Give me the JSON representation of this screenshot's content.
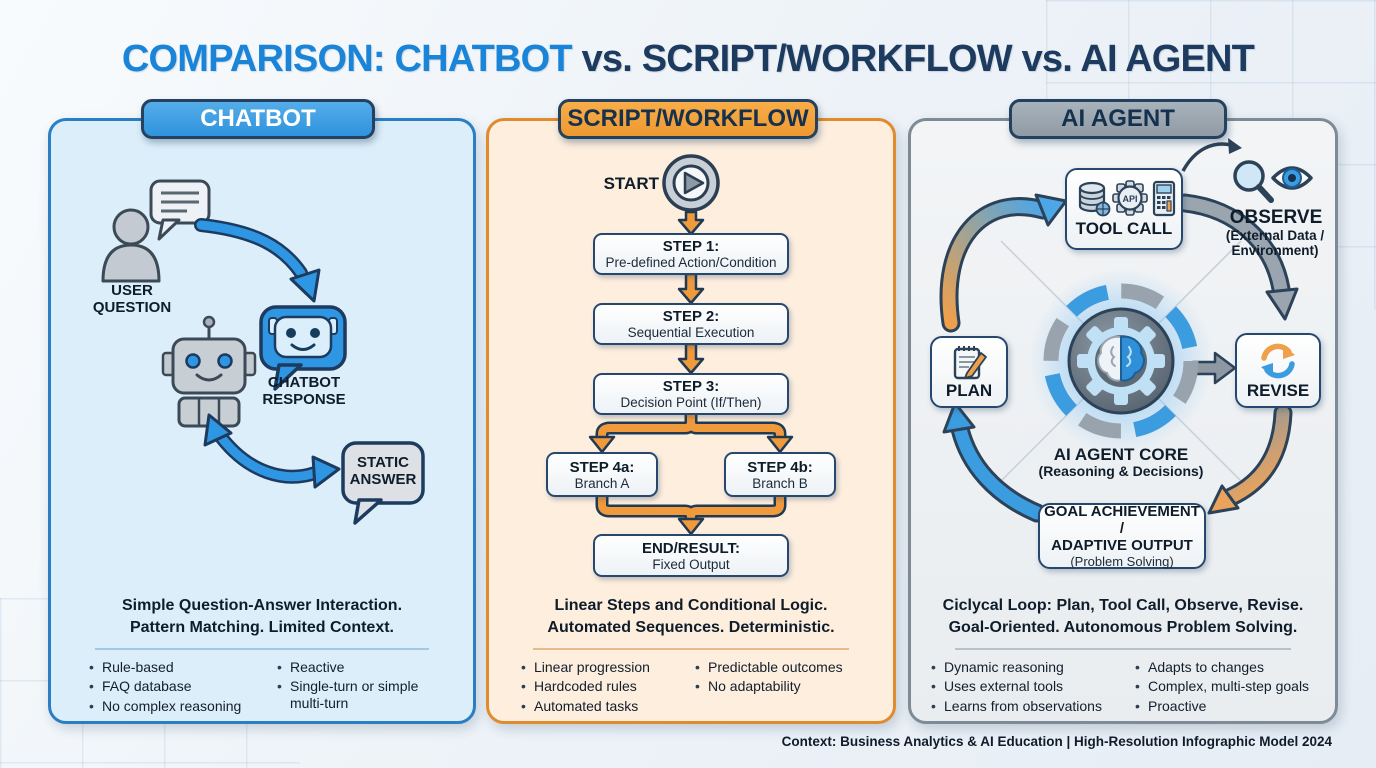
{
  "title": {
    "part_highlight": "COMPARISON: CHATBOT",
    "part_rest": " vs. SCRIPT/WORKFLOW vs. AI AGENT"
  },
  "footer": "Context: Business Analytics & AI Education | High-Resolution Infographic Model 2024",
  "colors": {
    "accent_blue": "#2f93dd",
    "accent_orange": "#f09a3c",
    "accent_gray": "#8d98a3",
    "navy": "#1d3a5f",
    "chatbot_panel_bg": "#dceefa",
    "workflow_panel_bg": "#fdeede",
    "agent_panel_bg": "#eff1f3"
  },
  "panels": {
    "chatbot": {
      "header": "CHATBOT",
      "user_label": "USER QUESTION",
      "response_label": "CHATBOT RESPONSE",
      "static_label": "STATIC ANSWER",
      "summary_line1": "Simple Question-Answer Interaction.",
      "summary_line2": "Pattern Matching. Limited Context.",
      "bullets_left": [
        "Rule-based",
        "FAQ database",
        "No complex reasoning"
      ],
      "bullets_right": [
        "Reactive",
        "Single-turn or simple multi-turn"
      ],
      "icons": [
        "user-icon",
        "speech-bubble-icon",
        "robot-icon",
        "chat-bubble-robot-icon",
        "answer-bubble-icon",
        "curved-arrow-icon"
      ]
    },
    "workflow": {
      "header": "SCRIPT/WORKFLOW",
      "start_label": "START",
      "steps": [
        {
          "title": "STEP 1:",
          "desc": "Pre-defined Action/Condition"
        },
        {
          "title": "STEP 2:",
          "desc": "Sequential Execution"
        },
        {
          "title": "STEP 3:",
          "desc": "Decision Point (If/Then)"
        },
        {
          "title": "STEP 4a:",
          "desc": "Branch A"
        },
        {
          "title": "STEP 4b:",
          "desc": "Branch B"
        },
        {
          "title": "END/RESULT:",
          "desc": "Fixed Output"
        }
      ],
      "summary_line1": "Linear Steps and Conditional Logic.",
      "summary_line2": "Automated Sequences. Deterministic.",
      "bullets_left": [
        "Linear progression",
        "Hardcoded rules",
        "Automated tasks"
      ],
      "bullets_right": [
        "Predictable outcomes",
        "No adaptability"
      ],
      "icons": [
        "play-button-icon",
        "block-arrow-icon"
      ]
    },
    "agent": {
      "header": "AI AGENT",
      "tool_call_label": "TOOL CALL",
      "api_label": "API",
      "observe_label": "OBSERVE",
      "observe_sub1": "(External Data /",
      "observe_sub2": "Environment)",
      "plan_label": "PLAN",
      "revise_label": "REVISE",
      "core_label": "AI AGENT CORE",
      "core_sub": "(Reasoning & Decisions)",
      "goal_line1": "GOAL ACHIEVEMENT /",
      "goal_line2": "ADAPTIVE OUTPUT",
      "goal_sub": "(Problem Solving)",
      "summary_line1": "Ciclycal Loop: Plan, Tool Call, Observe, Revise.",
      "summary_line2": "Goal-Oriented. Autonomous Problem Solving.",
      "bullets_left": [
        "Dynamic reasoning",
        "Uses external tools",
        "Learns from observations"
      ],
      "bullets_right": [
        "Adapts to changes",
        "Complex, multi-step goals",
        "Proactive"
      ],
      "icons": [
        "database-icon",
        "api-gear-icon",
        "calculator-icon",
        "magnifier-icon",
        "eye-icon",
        "notepad-pencil-icon",
        "refresh-icon",
        "gear-brain-icon",
        "cycle-arrow-icon"
      ]
    }
  }
}
